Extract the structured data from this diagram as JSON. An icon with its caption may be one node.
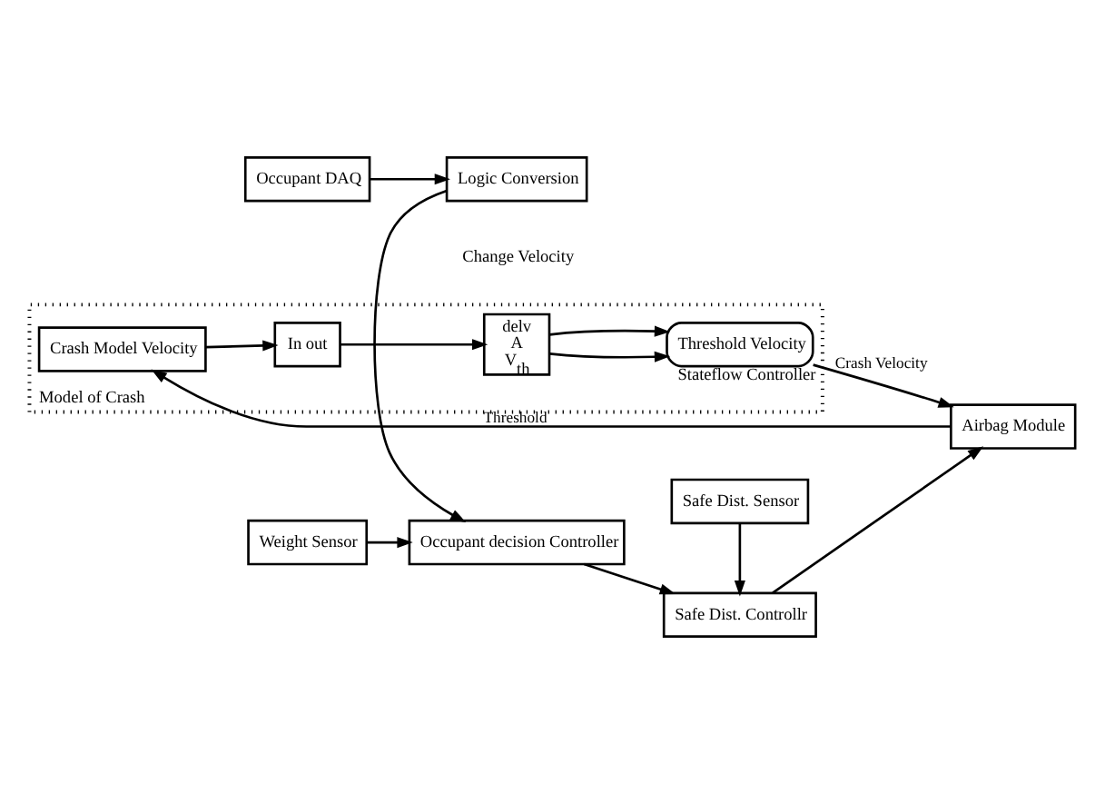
{
  "diagram": {
    "nodes": [
      {
        "text": [
          "Occupant DAQ"
        ]
      },
      {
        "text": [
          "Logic Conversion"
        ]
      },
      {
        "text": [
          "Safe Dist. Sensor"
        ]
      },
      {
        "text": [
          "Weight Sensor"
        ]
      },
      {
        "text": [
          "Occupant decision Controller"
        ]
      },
      {
        "text": [
          "Safe Dist. Controllr"
        ]
      },
      {
        "text": [
          "Airbag Module"
        ]
      },
      {
        "text": [
          "Model of Crash"
        ]
      },
      {
        "text": [
          "Crash Model Velocity"
        ],
        "in": 7
      },
      {
        "text": [
          "In out"
        ],
        "in": 7
      },
      {
        "text": [
          "delv",
          "A",
          "V$_{th}$"
        ],
        "in": 7
      },
      {
        "text": [
          "Threshold Velocity"
        ],
        "in": 7,
        "beside": [
          "Stateflow Controller"
        ]
      }
    ],
    "edges": [
      {
        "from": 0,
        "to": 1,
        "arrow": "to"
      },
      {
        "from": 1,
        "to": 4,
        "arrow": "to"
      },
      {
        "from": 2,
        "to": 5,
        "arrow": "to"
      },
      {
        "from": 3,
        "to": 4,
        "arrow": "to"
      },
      {
        "from": 4,
        "to": 5,
        "arrow": "to"
      },
      {
        "from": 5,
        "to": 6,
        "arrow": "to"
      },
      {
        "from": 8,
        "to": 9,
        "arrow": "to"
      },
      {
        "from": 9,
        "to": 10,
        "arrow": "to"
      },
      {
        "from": 10,
        "to": 11,
        "arrow": "to"
      },
      {
        "from": 10,
        "to": 11,
        "arrow": "to"
      },
      {
        "from": 11,
        "to": 6,
        "arrow": "to",
        "label": "Crash Velocity"
      },
      {
        "from": 6,
        "to": 8,
        "arrow": "to",
        "label": "Threshold"
      }
    ],
    "labels": [
      "Change Velocity"
    ]
  }
}
